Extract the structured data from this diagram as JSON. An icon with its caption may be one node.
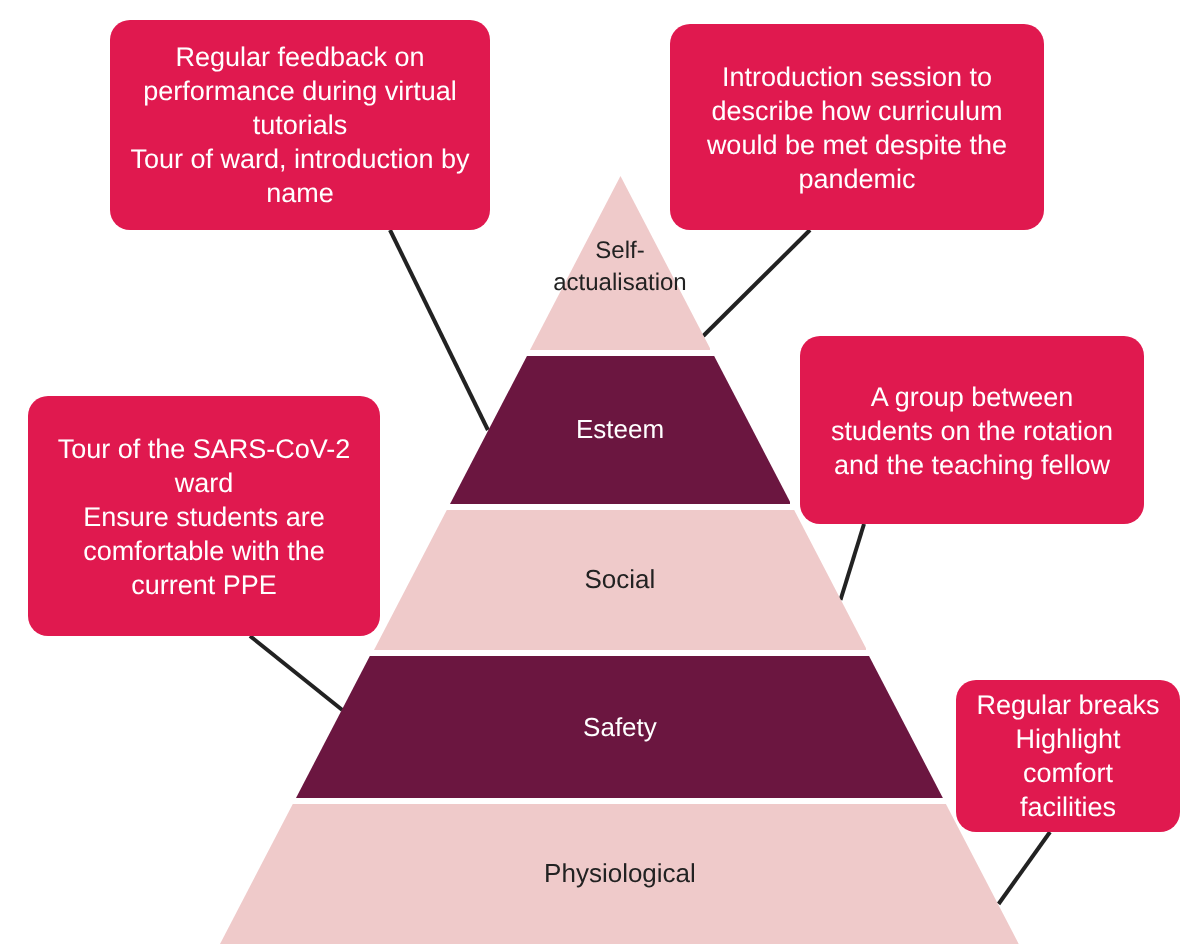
{
  "diagram": {
    "nodes": [
      {
        "text": [
          "Self-actualisation"
        ]
      },
      {
        "text": [
          "Esteem"
        ]
      },
      {
        "text": [
          "Social"
        ]
      },
      {
        "text": [
          "Safety"
        ]
      },
      {
        "text": [
          "Physiological"
        ]
      },
      {
        "text": [
          "Regular feedback on performance during virtual tutorials",
          "Tour of ward, introduction by name"
        ]
      },
      {
        "text": [
          "Introduction session to describe how curriculum would be met despite the pandemic"
        ]
      },
      {
        "text": [
          "Tour of the SARS-CoV-2 ward",
          "Ensure students are comfortable with the current PPE"
        ]
      },
      {
        "text": [
          "A group between students on the rotation and the teaching fellow"
        ]
      },
      {
        "text": [
          "Regular breaks",
          "Highlight comfort facilities"
        ]
      }
    ],
    "edges": [
      {
        "from": 5,
        "to": 1,
        "arrow": "none"
      },
      {
        "from": 6,
        "to": 0,
        "arrow": "none"
      },
      {
        "from": 7,
        "to": 3,
        "arrow": "none"
      },
      {
        "from": 8,
        "to": 2,
        "arrow": "none"
      },
      {
        "from": 9,
        "to": 4,
        "arrow": "none"
      }
    ]
  }
}
